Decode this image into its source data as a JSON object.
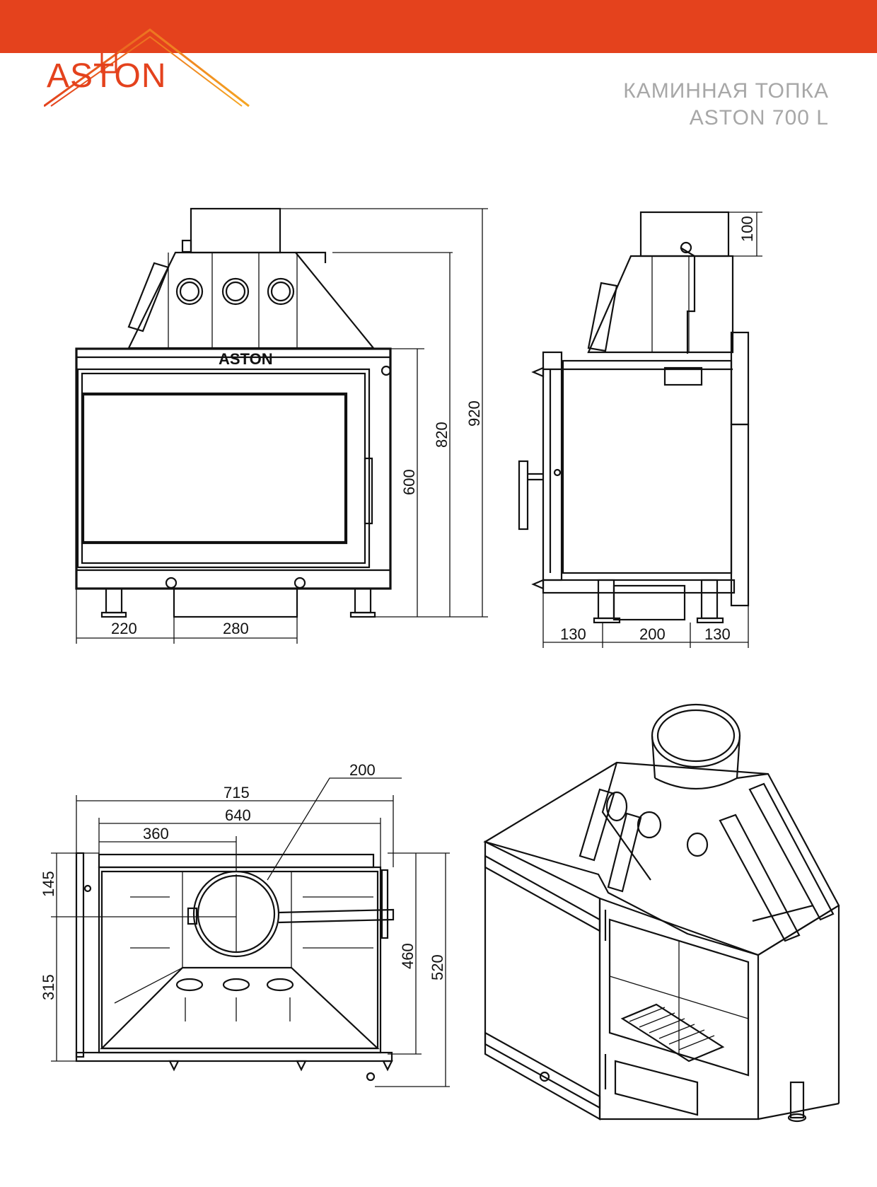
{
  "brand": {
    "name": "ASTON",
    "primary_color": "#e4421d",
    "accent_color": "#f5a623"
  },
  "title": {
    "line1": "КАМИННАЯ ТОПКА",
    "line2": "ASTON 700 L",
    "color": "#a7a7a7"
  },
  "front_view": {
    "badge": "ASTON",
    "dims": {
      "w1": "220",
      "w2": "280",
      "h1": "600",
      "h2": "820",
      "h3": "920"
    }
  },
  "side_view": {
    "dims": {
      "d1": "130",
      "d2": "200",
      "d3": "130",
      "top": "100"
    }
  },
  "top_view": {
    "dims": {
      "a": "715",
      "b": "640",
      "c": "360",
      "flue": "200",
      "e": "145",
      "f": "315",
      "g": "460",
      "h": "520"
    }
  }
}
